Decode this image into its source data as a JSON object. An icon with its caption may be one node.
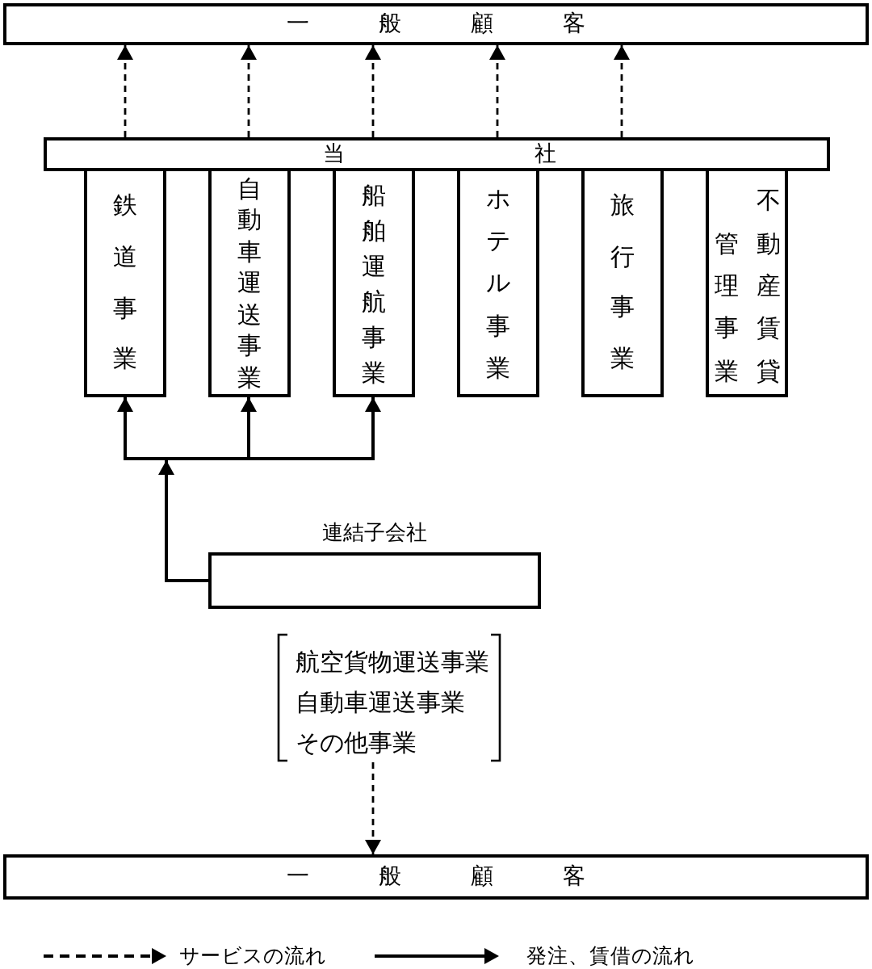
{
  "diagram": {
    "nodes": [
      {
        "text": [
          "一般顧客"
        ]
      },
      {
        "text": [
          "当",
          "社"
        ]
      },
      {
        "text": [
          "鉄道事業"
        ]
      },
      {
        "text": [
          "自動車運送事業"
        ]
      },
      {
        "text": [
          "船舶運航事業"
        ]
      },
      {
        "text": [
          "ホテル事業"
        ]
      },
      {
        "text": [
          "旅行事業"
        ]
      },
      {
        "text": [
          "管理事業",
          "不動産賃貸"
        ]
      },
      {
        "text": [
          "連結子会社"
        ]
      },
      {
        "text": [
          "航空貨物運送事業",
          "自動車運送事業",
          "その他事業"
        ]
      },
      {
        "text": [
          "一般顧客"
        ]
      }
    ],
    "edges": [
      {
        "from": 1,
        "to": 0,
        "arrow": "to",
        "style": "dashed"
      },
      {
        "from": 1,
        "to": 0,
        "arrow": "to",
        "style": "dashed"
      },
      {
        "from": 1,
        "to": 0,
        "arrow": "to",
        "style": "dashed"
      },
      {
        "from": 1,
        "to": 0,
        "arrow": "to",
        "style": "dashed"
      },
      {
        "from": 1,
        "to": 0,
        "arrow": "to",
        "style": "dashed"
      },
      {
        "from": 8,
        "to": 2,
        "arrow": "to"
      },
      {
        "from": 8,
        "to": 3,
        "arrow": "to"
      },
      {
        "from": 8,
        "to": 4,
        "arrow": "to"
      },
      {
        "from": 9,
        "to": 10,
        "arrow": "to",
        "style": "dashed"
      }
    ],
    "legend": [
      {
        "text": "サービスの流れ"
      },
      {
        "text": "発注、賃借の流れ"
      }
    ]
  }
}
